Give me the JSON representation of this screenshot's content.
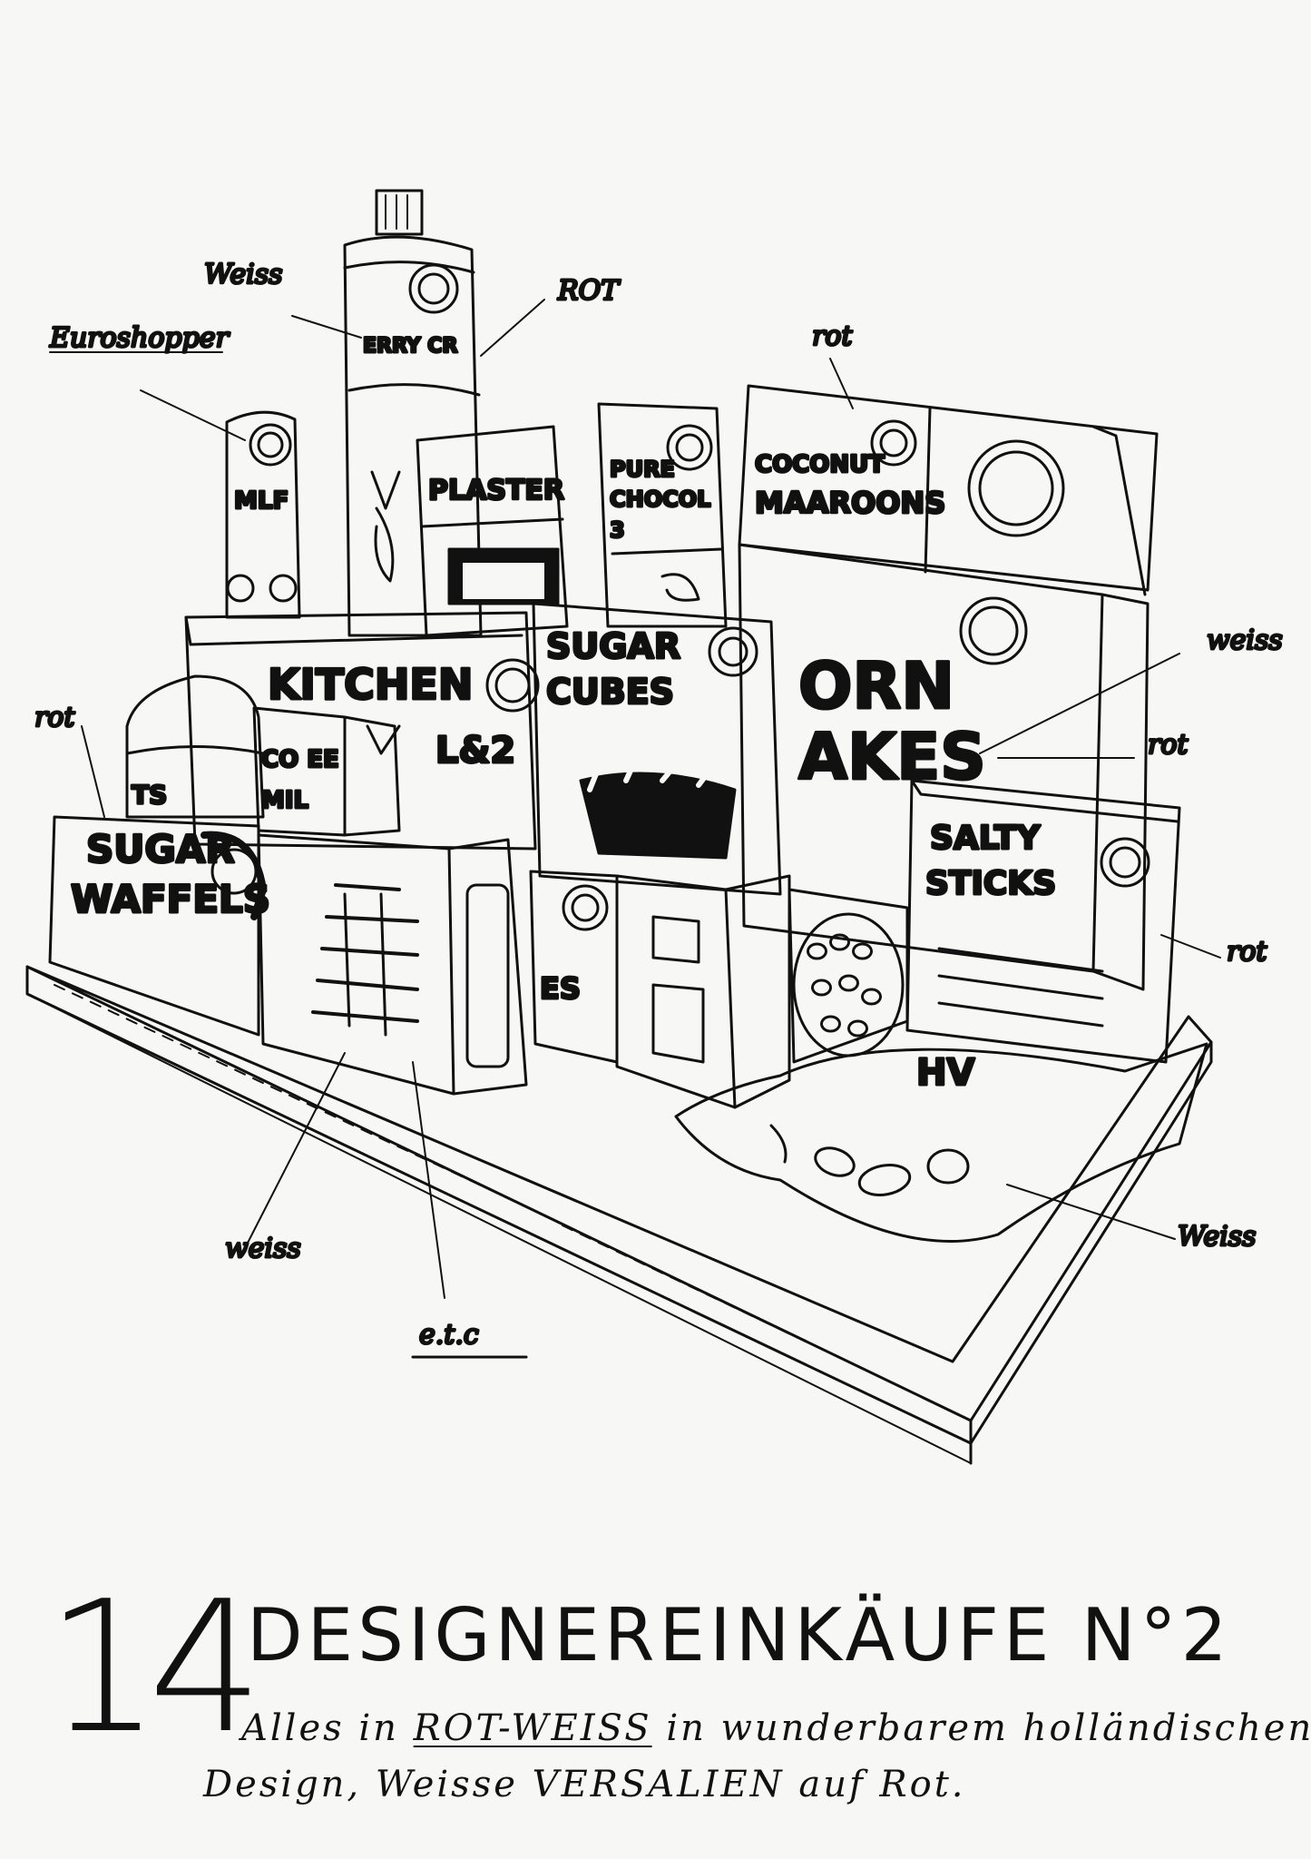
{
  "sketch": {
    "annotations": {
      "weiss_top": "Weiss",
      "rot_top": "ROT",
      "euroshopper": "Euroshopper",
      "rot_right_top": "rot",
      "weiss_right": "weiss",
      "rot_right_mid": "rot",
      "rot_left": "rot",
      "rot_right_low": "rot",
      "weiss_bottom_left": "weiss",
      "etc": "e.t.c",
      "weiss_bottom_right": "Weiss"
    },
    "packages": {
      "can_left": "MLF",
      "tall_bottle": "ERRY CR",
      "plaster": "PLASTER",
      "pure_choc_line1": "PURE",
      "pure_choc_line2": "CHOCOL",
      "pure_choc_line3": "3",
      "coconut_line1": "COCONUT",
      "coconut_line2": "MAAROONS",
      "cornflakes_line1": "ORN",
      "cornflakes_line2": "AKES",
      "kitchen_line1": "KITCHEN",
      "kitchen_line2": "L&2",
      "coffee_milk_line1": "CO EE",
      "coffee_milk_line2": "MIL",
      "sugar_cubes_line1": "SUGAR",
      "sugar_cubes_line2": "CUBES",
      "salty_sticks_line1": "SALTY",
      "salty_sticks_line2": "STICKS",
      "sugar_waffels_line1": "SUGAR",
      "sugar_waffels_line2": "WAFFELS",
      "tub_left": "TS",
      "box_es": "ES",
      "bag": "HV"
    }
  },
  "caption": {
    "page_number": "14",
    "title": "DESIGNEREINKÄUFE N°2",
    "line1_before": "Alles in ",
    "line1_emph": "ROT-WEISS",
    "line1_after": " in wunderbarem holländischen",
    "line2": "Design, Weisse VERSALIEN auf Rot."
  }
}
